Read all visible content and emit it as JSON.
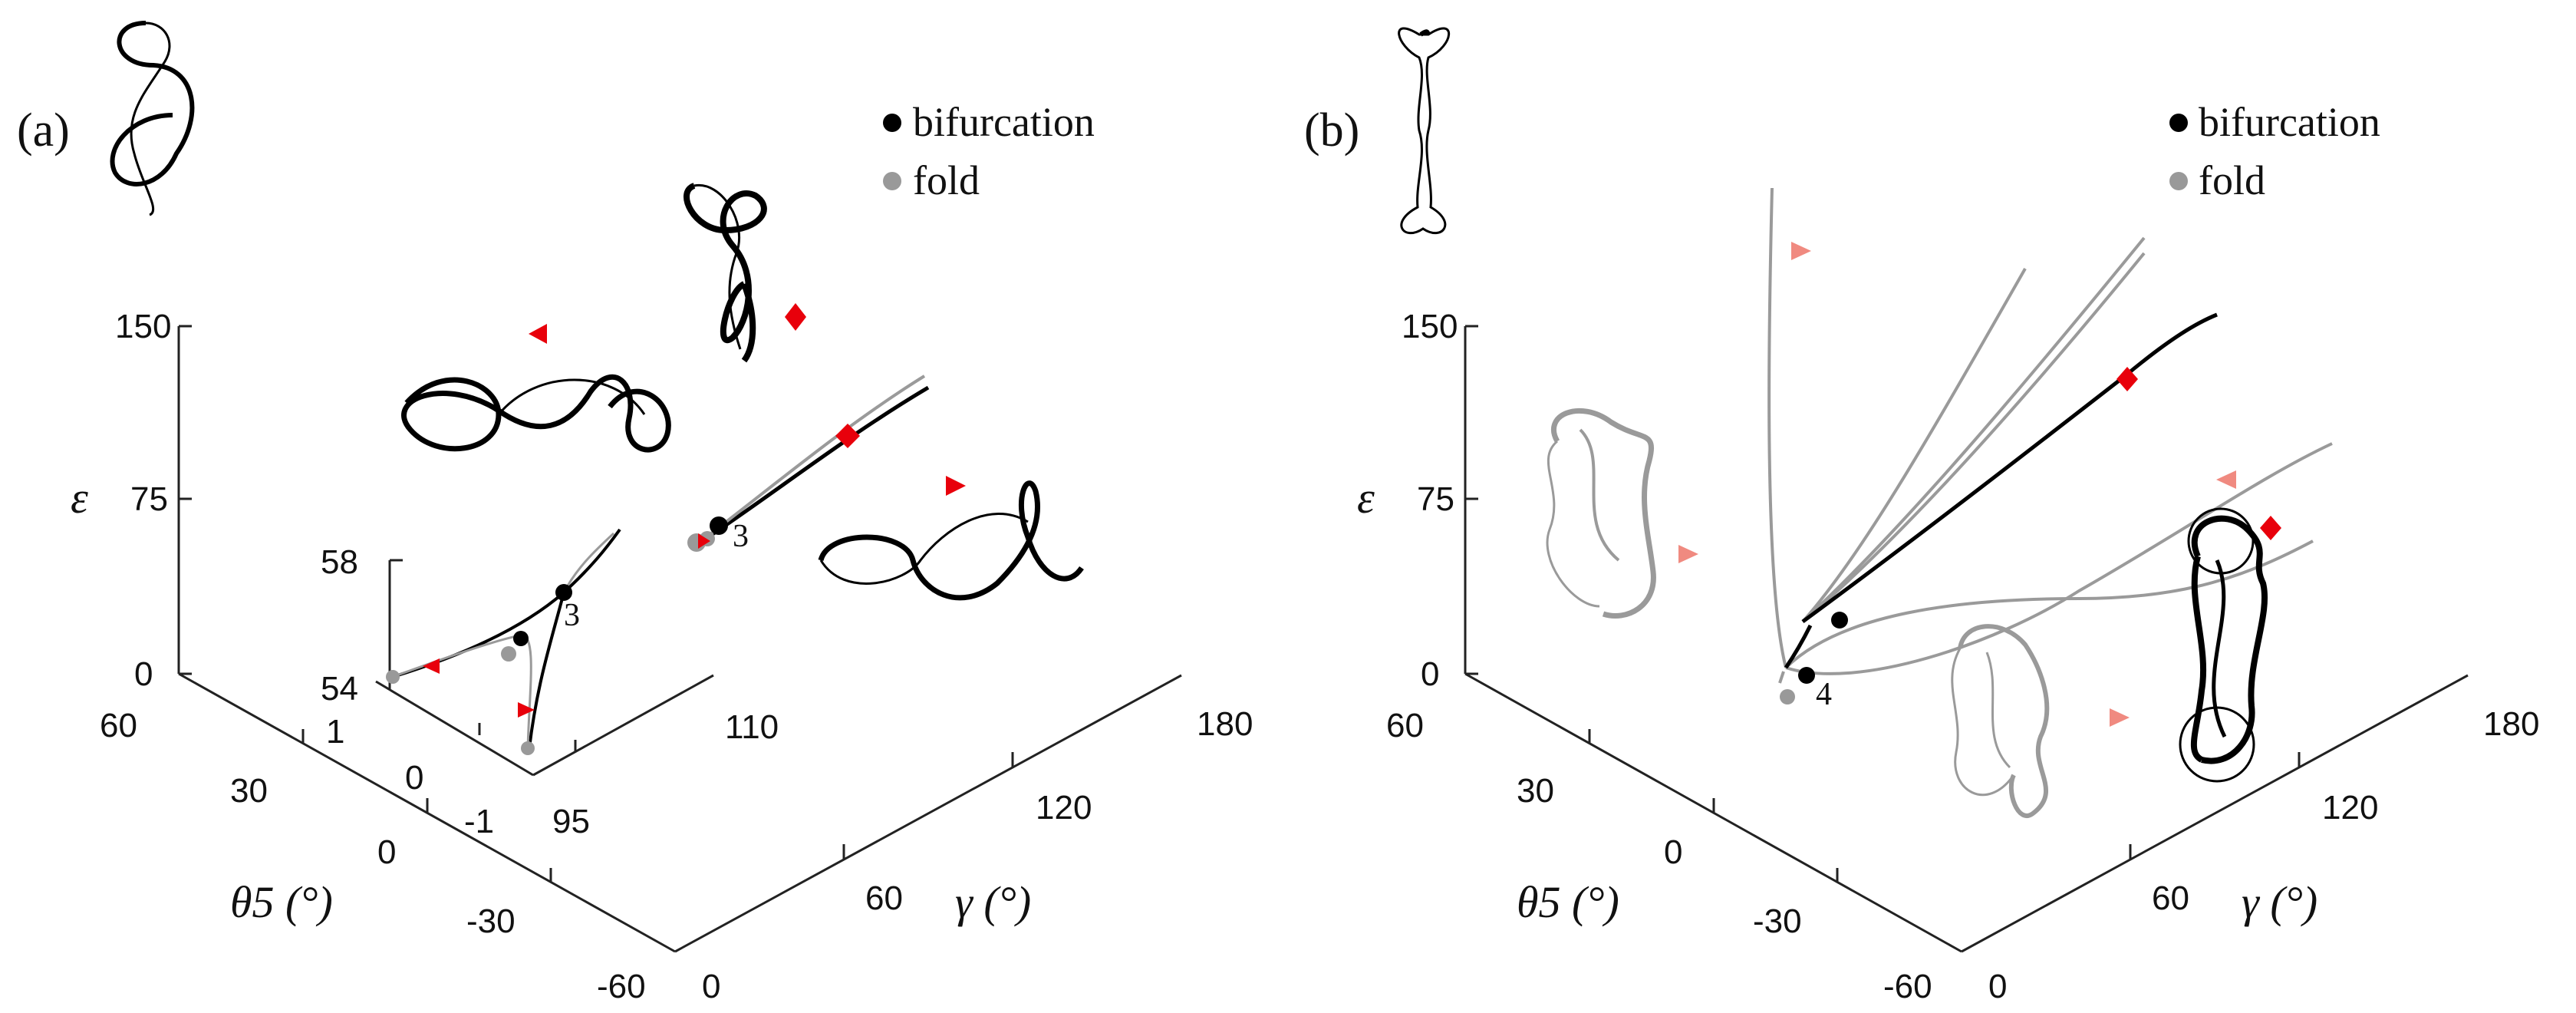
{
  "chart_data": [
    {
      "panel": "(a)",
      "type": "line3d",
      "axes": {
        "x": {
          "label": "γ (°)",
          "ticks": [
            "0",
            "60",
            "120",
            "180"
          ],
          "range": [
            0,
            180
          ]
        },
        "y": {
          "label": "θ5 (°)",
          "ticks": [
            "60",
            "30",
            "0",
            "-30",
            "-60"
          ],
          "range": [
            -60,
            60
          ]
        },
        "z": {
          "label": "ε",
          "ticks": [
            "0",
            "75",
            "150"
          ],
          "range": [
            0,
            150
          ]
        }
      },
      "legend": {
        "placement": "top-right",
        "entries": [
          {
            "label": "bifurcation",
            "color": "#000000"
          },
          {
            "label": "fold",
            "color": "#999999"
          }
        ]
      },
      "annotations": [
        "3"
      ],
      "markers": [
        "red-diamond",
        "red-left-triangle",
        "red-right-triangle"
      ],
      "inset": {
        "axes": {
          "x": {
            "ticks": [
              "95",
              "110"
            ],
            "range": [
              95,
              110
            ]
          },
          "y": {
            "ticks": [
              "1",
              "0",
              "-1"
            ],
            "range": [
              -1,
              1
            ]
          },
          "z": {
            "ticks": [
              "54",
              "58"
            ],
            "range": [
              54,
              58
            ]
          }
        },
        "annotations": [
          "3"
        ]
      }
    },
    {
      "panel": "(b)",
      "type": "line3d",
      "axes": {
        "x": {
          "label": "γ (°)",
          "ticks": [
            "0",
            "60",
            "120",
            "180"
          ],
          "range": [
            0,
            180
          ]
        },
        "y": {
          "label": "θ5 (°)",
          "ticks": [
            "60",
            "30",
            "0",
            "-30",
            "-60"
          ],
          "range": [
            -60,
            60
          ]
        },
        "z": {
          "label": "ε",
          "ticks": [
            "0",
            "75",
            "150"
          ],
          "range": [
            0,
            150
          ]
        }
      },
      "legend": {
        "placement": "top-right",
        "entries": [
          {
            "label": "bifurcation",
            "color": "#000000"
          },
          {
            "label": "fold",
            "color": "#999999"
          }
        ]
      },
      "annotations": [
        "4"
      ],
      "markers": [
        "red-diamond",
        "salmon-right-triangle",
        "salmon-left-triangle"
      ]
    }
  ],
  "colors": {
    "curve_black": "#000000",
    "curve_grey": "#9a9a9a",
    "marker_red": "#e8000b",
    "marker_salmon": "#f08a80",
    "axis": "#222222"
  }
}
